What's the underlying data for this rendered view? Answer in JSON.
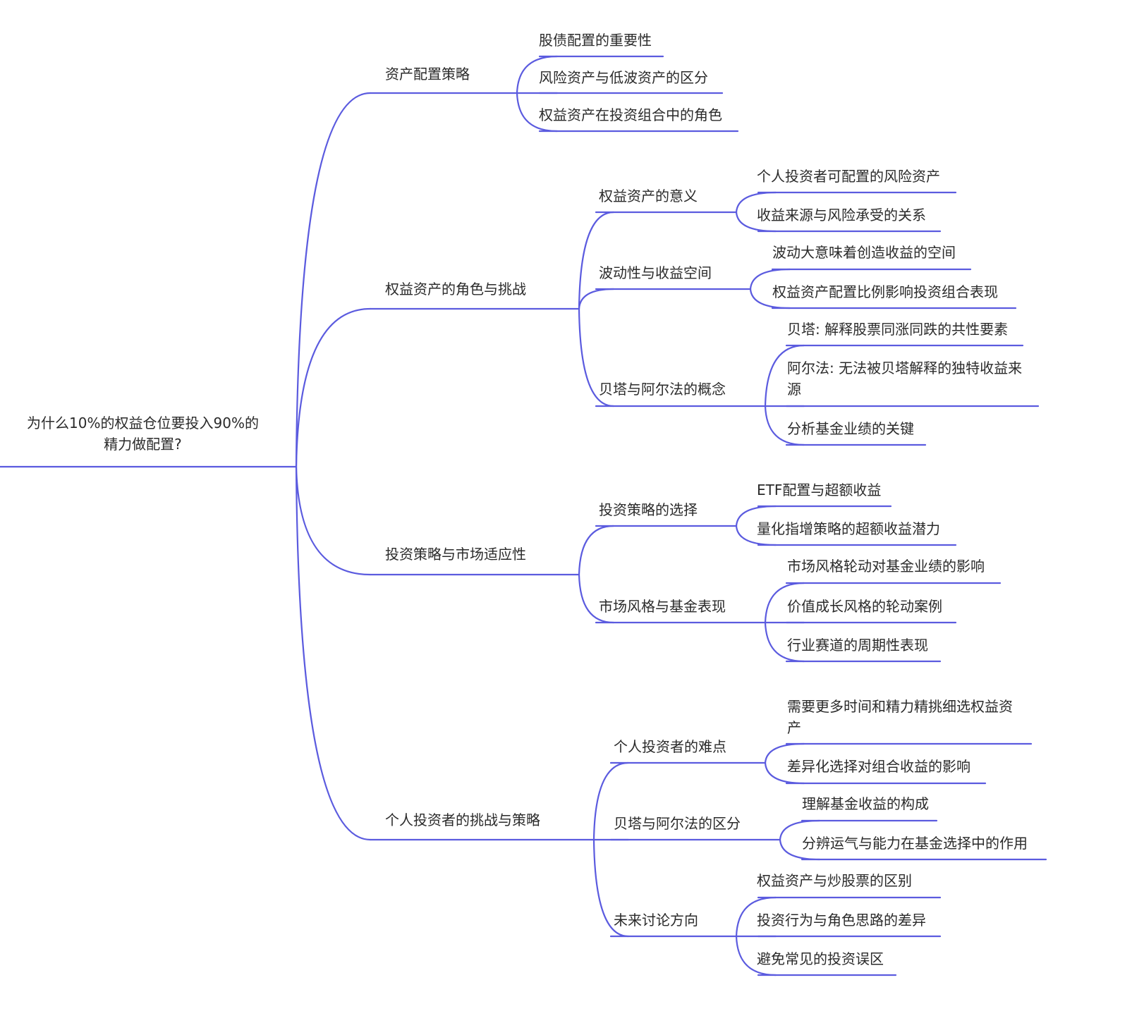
{
  "mindmap": {
    "root": {
      "label": "为什么10%的权益仓位要投入90%的精力做配置?",
      "label_lines": [
        "为什么10%的权益仓位要投入90%的",
        "精力做配置?"
      ]
    },
    "branches": [
      {
        "label": "资产配置策略",
        "children": [
          {
            "label": "股债配置的重要性"
          },
          {
            "label": "风险资产与低波资产的区分"
          },
          {
            "label": "权益资产在投资组合中的角色"
          }
        ]
      },
      {
        "label": "权益资产的角色与挑战",
        "children": [
          {
            "label": "权益资产的意义",
            "children": [
              {
                "label": "个人投资者可配置的风险资产"
              },
              {
                "label": "收益来源与风险承受的关系"
              }
            ]
          },
          {
            "label": "波动性与收益空间",
            "children": [
              {
                "label": "波动大意味着创造收益的空间"
              },
              {
                "label": "权益资产配置比例影响投资组合表现"
              }
            ]
          },
          {
            "label": "贝塔与阿尔法的概念",
            "children": [
              {
                "label": "贝塔: 解释股票同涨同跌的共性要素"
              },
              {
                "label": "阿尔法: 无法被贝塔解释的独特收益来源",
                "label_lines": [
                  "阿尔法: 无法被贝塔解释的独特收益来",
                  "源"
                ]
              },
              {
                "label": "分析基金业绩的关键"
              }
            ]
          }
        ]
      },
      {
        "label": "投资策略与市场适应性",
        "children": [
          {
            "label": "投资策略的选择",
            "children": [
              {
                "label": "ETF配置与超额收益"
              },
              {
                "label": "量化指增策略的超额收益潜力"
              }
            ]
          },
          {
            "label": "市场风格与基金表现",
            "children": [
              {
                "label": "市场风格轮动对基金业绩的影响"
              },
              {
                "label": "价值成长风格的轮动案例"
              },
              {
                "label": "行业赛道的周期性表现"
              }
            ]
          }
        ]
      },
      {
        "label": "个人投资者的挑战与策略",
        "children": [
          {
            "label": "个人投资者的难点",
            "children": [
              {
                "label": "需要更多时间和精力精挑细选权益资产",
                "label_lines": [
                  "需要更多时间和精力精挑细选权益资",
                  "产"
                ]
              },
              {
                "label": "差异化选择对组合收益的影响"
              }
            ]
          },
          {
            "label": "贝塔与阿尔法的区分",
            "children": [
              {
                "label": "理解基金收益的构成"
              },
              {
                "label": "分辨运气与能力在基金选择中的作用"
              }
            ]
          },
          {
            "label": "未来讨论方向",
            "children": [
              {
                "label": "权益资产与炒股票的区别"
              },
              {
                "label": "投资行为与角色思路的差异"
              },
              {
                "label": "避免常见的投资误区"
              }
            ]
          }
        ]
      }
    ],
    "colors": {
      "edge": "#5b5bdf",
      "text": "#2a2a2a",
      "background": "#ffffff"
    }
  }
}
